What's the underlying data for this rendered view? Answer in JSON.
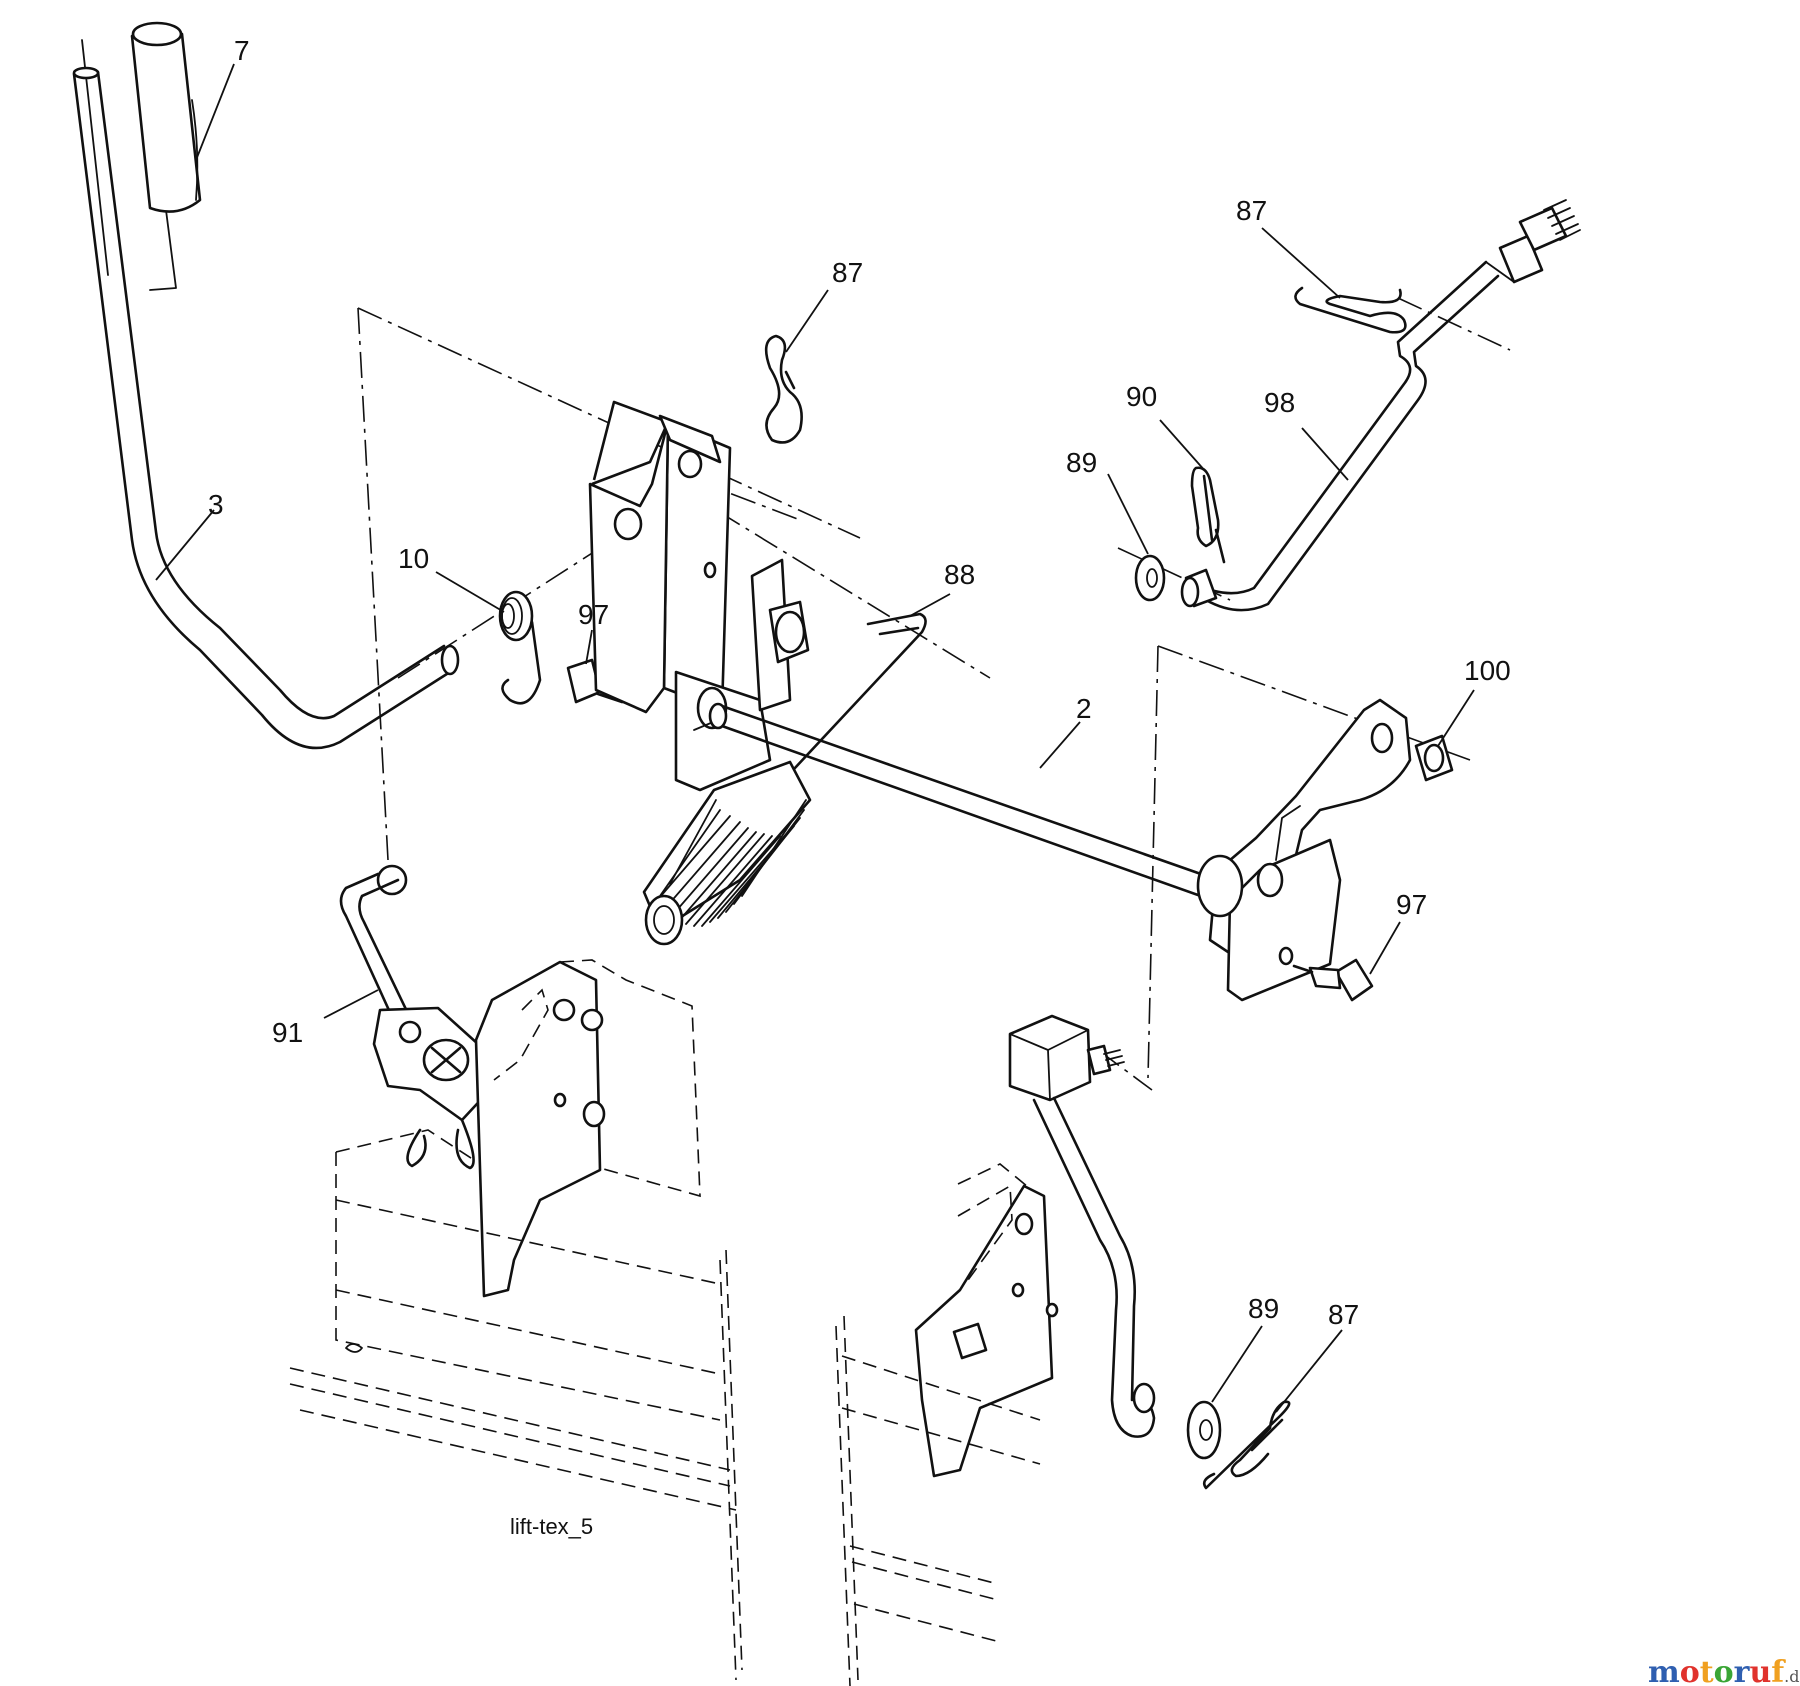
{
  "callouts": [
    {
      "id": "c7",
      "text": "7"
    },
    {
      "id": "c87a",
      "text": "87"
    },
    {
      "id": "c87b",
      "text": "87"
    },
    {
      "id": "c90",
      "text": "90"
    },
    {
      "id": "c98",
      "text": "98"
    },
    {
      "id": "c89a",
      "text": "89"
    },
    {
      "id": "c3",
      "text": "3"
    },
    {
      "id": "c10",
      "text": "10"
    },
    {
      "id": "c97a",
      "text": "97"
    },
    {
      "id": "c88",
      "text": "88"
    },
    {
      "id": "c100",
      "text": "100"
    },
    {
      "id": "c2",
      "text": "2"
    },
    {
      "id": "c97b",
      "text": "97"
    },
    {
      "id": "c91",
      "text": "91"
    },
    {
      "id": "c89b",
      "text": "89"
    },
    {
      "id": "c87c",
      "text": "87"
    }
  ],
  "caption": "lift-tex_5",
  "watermark": {
    "letters": [
      "m",
      "o",
      "t",
      "o",
      "r",
      "u",
      "f"
    ],
    "suffix": ".de",
    "colors": [
      "#2f5fb0",
      "#e0322c",
      "#f0a020",
      "#3aa535",
      "#2f5fb0",
      "#e0322c",
      "#f0a020"
    ]
  }
}
